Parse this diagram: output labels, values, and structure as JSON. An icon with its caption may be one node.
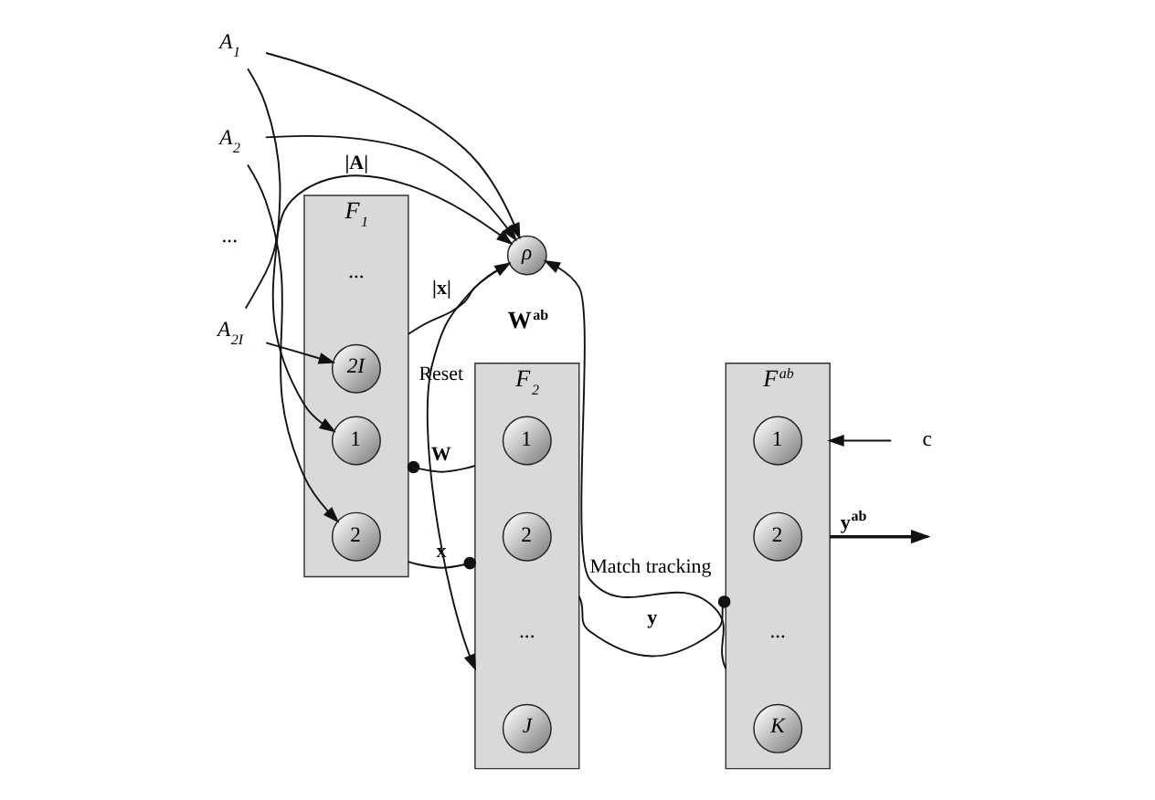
{
  "diagram": {
    "nodes": [
      {
        "text": [
          "F$_{1}$"
        ]
      },
      {
        "text": [
          "1"
        ],
        "in": 0
      },
      {
        "text": [
          "2"
        ],
        "in": 0
      },
      {
        "text": [
          "2I"
        ],
        "in": 0
      },
      {
        "text": [
          "F$_{2}$"
        ]
      },
      {
        "text": [
          "1"
        ],
        "in": 4
      },
      {
        "text": [
          "2"
        ],
        "in": 4
      },
      {
        "text": [
          "J"
        ],
        "in": 4
      },
      {
        "text": [
          "F$^{ab}$"
        ]
      },
      {
        "text": [
          "1"
        ],
        "in": 8
      },
      {
        "text": [
          "2"
        ],
        "in": 8
      },
      {
        "text": [
          "K"
        ],
        "in": 8
      },
      {
        "text": [
          "A$_{1}$"
        ]
      },
      {
        "text": [
          "A$_{2}$"
        ]
      },
      {
        "text": [
          "A$_{2I}$"
        ]
      },
      {
        "text": [
          "ρ"
        ]
      },
      {
        "text": [
          "c"
        ]
      }
    ],
    "edges": [
      {
        "from": 12,
        "to": 1,
        "arrow": "to"
      },
      {
        "from": 13,
        "to": 2,
        "arrow": "to"
      },
      {
        "from": 14,
        "to": 3,
        "arrow": "to"
      },
      {
        "from": 4,
        "to": 0,
        "arrow": "other",
        "label": "W"
      },
      {
        "from": 0,
        "to": 4,
        "arrow": "other",
        "label": "x"
      },
      {
        "from": 4,
        "to": 8,
        "arrow": "other",
        "label": "y"
      },
      {
        "from": 8,
        "to": null,
        "arrow": "to",
        "label": "y$^{ab}$"
      },
      {
        "from": 16,
        "to": 8,
        "arrow": "to"
      },
      {
        "from": 12,
        "to": 15,
        "arrow": "to"
      },
      {
        "from": 13,
        "to": 15,
        "arrow": "to"
      },
      {
        "from": 14,
        "to": 15,
        "arrow": "to",
        "label": "|A|"
      },
      {
        "from": 0,
        "to": 15,
        "arrow": "to",
        "label": "|x|"
      },
      {
        "from": 15,
        "to": 4,
        "arrow": "to",
        "label": "Reset"
      },
      {
        "from": 8,
        "to": 15,
        "arrow": "to",
        "label": "Match tracking"
      }
    ],
    "labels": [
      "...",
      "...",
      "...",
      "...",
      "W$^{ab}$"
    ]
  }
}
